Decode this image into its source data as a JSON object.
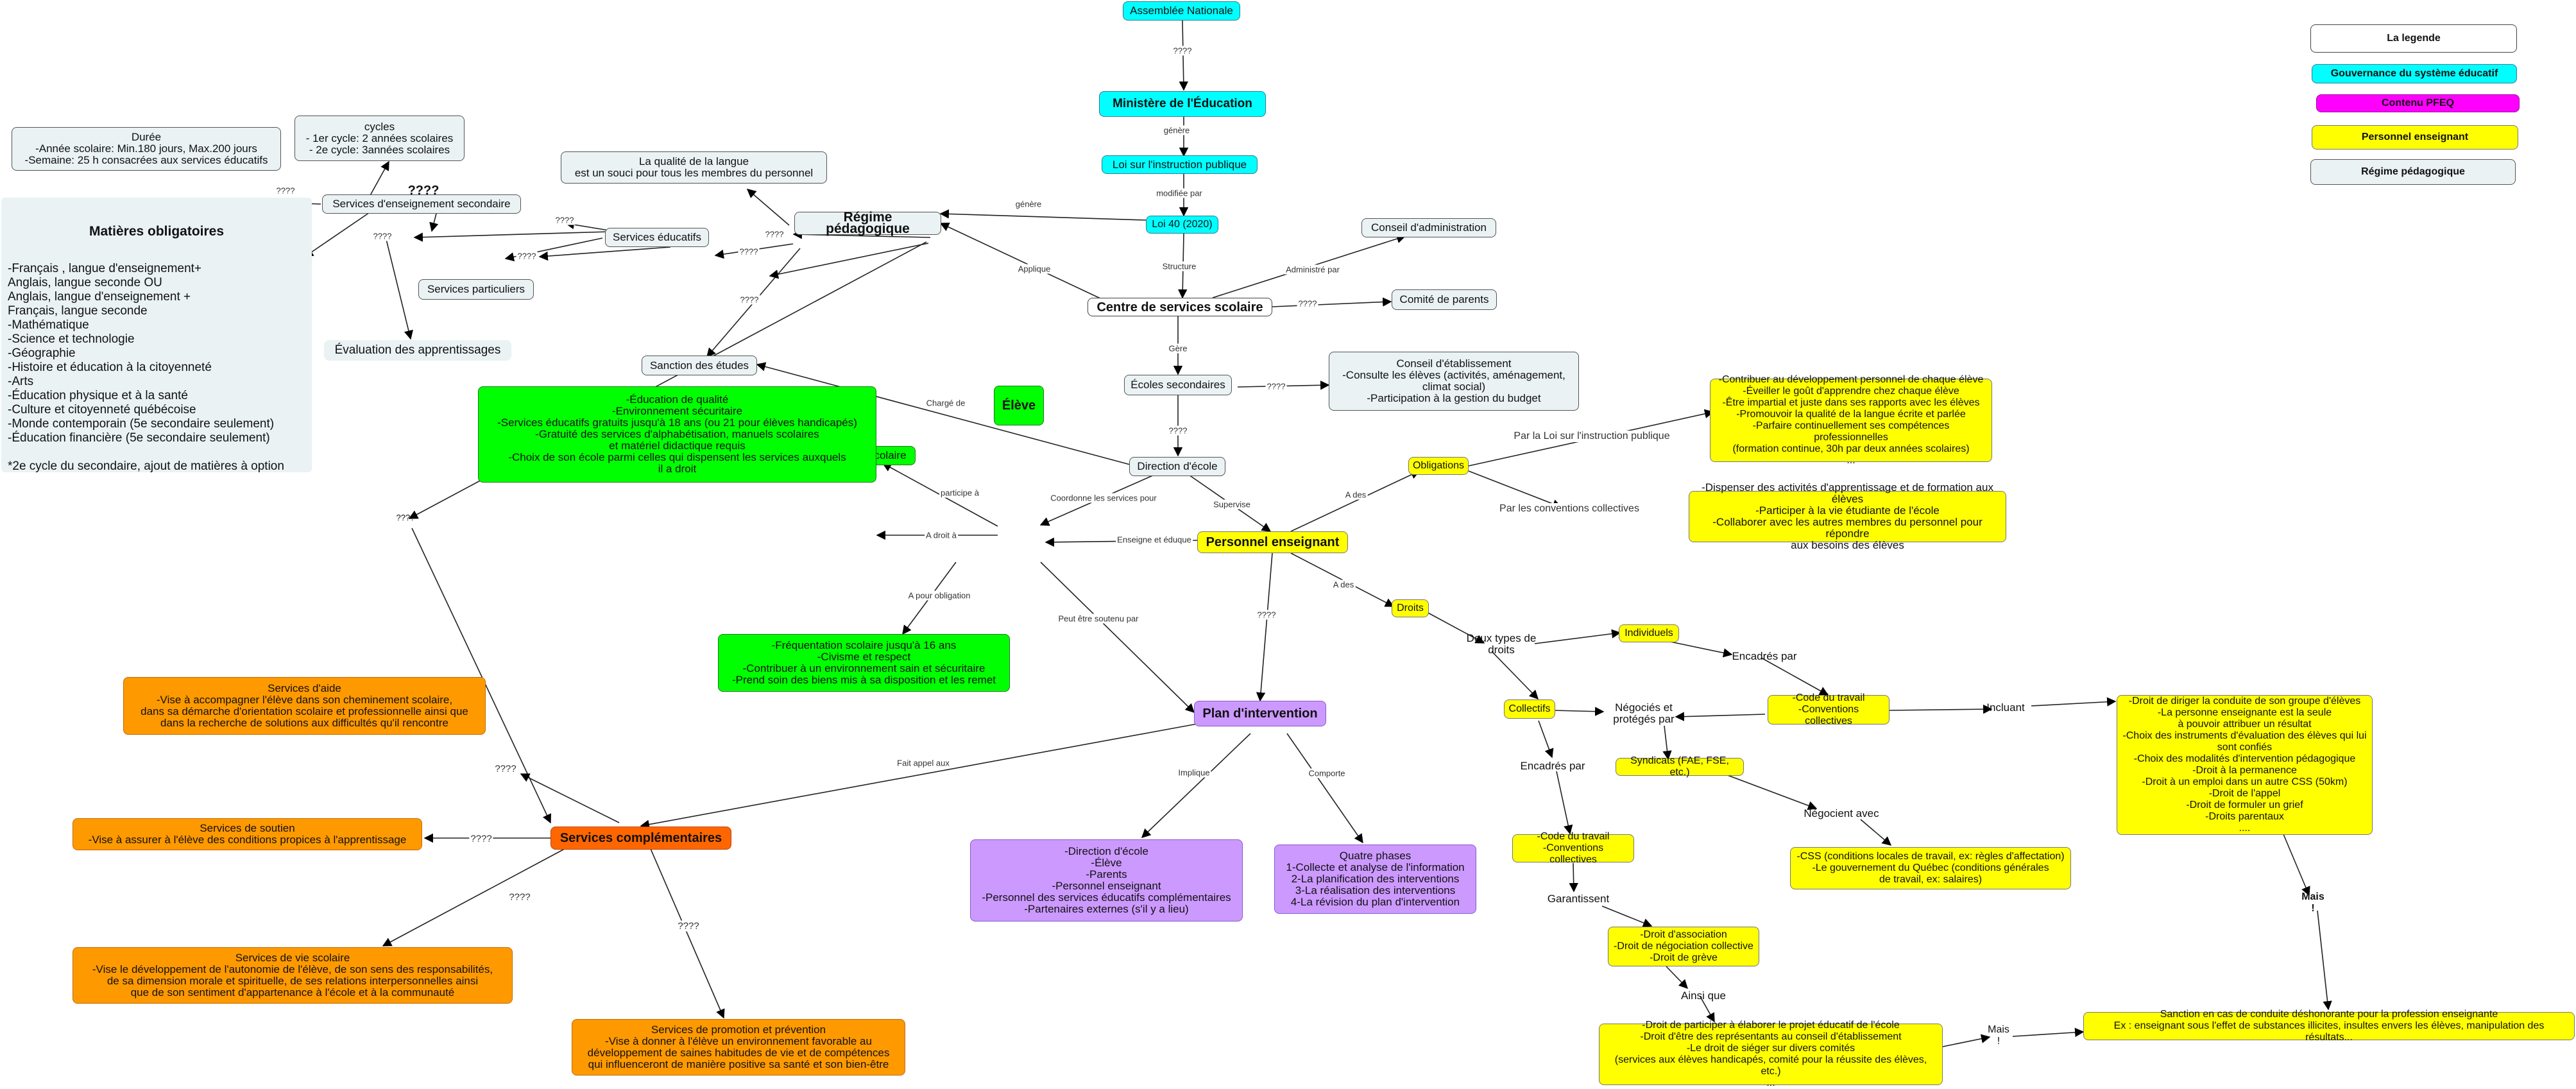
{
  "legend": {
    "title": "La legende",
    "items": [
      {
        "label": "Gouvernance du système éducatif",
        "color": "#00ffff"
      },
      {
        "label": "Contenu PFEQ",
        "color": "#ff00ff"
      },
      {
        "label": "Personnel enseignant",
        "color": "#ffff00"
      },
      {
        "label": "Régime pédagogique",
        "color": "#eaf2f4"
      }
    ]
  },
  "nodes": {
    "assemblee": "Assemblée Nationale",
    "ministere": "Ministère de l'Éducation",
    "loi_instr": "Loi sur l'instruction publique",
    "loi40": "Loi 40 (2020)",
    "css": "Centre de services scolaire",
    "conseil_admin": "Conseil d'administration",
    "comite_parents": "Comité de parents",
    "regime": "Régime pédagogique",
    "qualite_langue": "La qualité de la langue\nest un souci pour tous les membres du personnel",
    "services_educ": "Services éducatifs",
    "services_ens_sec": "Services d'enseignement secondaire",
    "cycles": "cycles\n- 1er cycle: 2 années scolaires\n- 2e cycle: 3années scolaires",
    "duree": "Durée\n-Année scolaire: Min.180 jours, Max.200 jours\n-Semaine: 25 h consacrées aux services éducatifs",
    "q_big": "????",
    "services_part": "Services particuliers",
    "eval": "Évaluation des apprentissages",
    "sanction": "Sanction des études",
    "ecoles_sec": "Écoles secondaires",
    "conseil_etab": "Conseil d'établissement\n-Consulte les élèves (activités, aménagement, climat social)\n-Participation à la gestion du budget",
    "direction": "Direction d'école",
    "eleve": "Élève",
    "personnel": "Personnel enseignant",
    "activites": "Activités extra scolaire",
    "droit_a": "-Éducation de qualité\n-Environnement sécuritaire\n-Services éducatifs gratuits jusqu'à 18 ans (ou 21 pour élèves handicapés)\n-Gratuité des services d'alphabétisation, manuels scolaires\net matériel didactique requis\n-Choix de son école parmi celles qui dispensent les services auxquels\nil a droit",
    "obligation_eleve": "-Fréquentation scolaire jusqu'à 16 ans\n-Civisme et respect\n-Contribuer à un environnement sain et sécuritaire\n-Prend soin des biens mis à sa disposition et les remet",
    "plan": "Plan d'intervention",
    "plan_implique": "-Direction d'école\n-Élève\n-Parents\n-Personnel enseignant\n-Personnel des services éducatifs complémentaires\n-Partenaires externes (s'il y a lieu)",
    "plan_comporte": "Quatre phases\n1-Collecte et analyse de l'information\n2-La planification des interventions\n3-La réalisation des interventions\n4-La révision du plan d'intervention",
    "serv_comp": "Services complémentaires",
    "serv_aide": "Services d'aide\n-Vise à accompagner l'élève dans son cheminement scolaire,\ndans sa démarche d'orientation scolaire et professionnelle ainsi que\ndans la recherche de solutions aux difficultés qu'il rencontre",
    "serv_soutien": "Services de soutien\n-Vise à assurer à l'élève des conditions propices à l'apprentissage",
    "serv_vie": "Services de vie scolaire\n-Vise le développement de l'autonomie de l'élève, de son sens des responsabilités,\nde sa dimension morale et spirituelle, de ses relations interpersonnelles ainsi\nque de son sentiment d'appartenance à l'école et à la communauté",
    "serv_promo": "Services de promotion et prévention\n-Vise à donner à l'élève un environnement favorable au\ndéveloppement de saines habitudes de vie et de compétences\nqui influenceront de manière positive sa santé et son bien-être",
    "obligations": "Obligations",
    "oblig_loi": "-Contribuer au développement personnel de chaque élève\n-Éveiller le goût d'apprendre chez chaque élève\n-Être impartial et juste dans ses rapports avec les élèves\n-Promouvoir la qualité de la langue écrite et parlée\n-Parfaire continuellement ses compétences professionnelles\n(formation continue, 30h par deux années scolaires)\n...",
    "oblig_conv": "-Dispenser des activités d'apprentissage et de formation aux élèves\n-Participer à la vie étudiante de l'école\n-Collaborer avec les autres membres du personnel pour répondre\naux besoins des élèves",
    "droits": "Droits",
    "deux_types": "Deux types de droits",
    "individuels": "Individuels",
    "encadres_par_1": "Encadrés par",
    "code_travail_1": "-Code du travail\n-Conventions collectives",
    "incluant": "Incluant",
    "droits_indiv": "-Droit de diriger la conduite de son groupe d'élèves\n-La personne enseignante est la seule\nà pouvoir attribuer un résultat\n-Choix des instruments d'évaluation des élèves qui lui\nsont confiés\n-Choix des modalités d'intervention pédagogique\n-Droit à la permanence\n-Droit à un emploi dans un autre CSS (50km)\n-Droit de l'appel\n-Droit de formuler un grief\n-Droits parentaux\n....",
    "mais1": "Mais !",
    "sanction_cond": "Sanction en cas de conduite déshonorante pour la profession enseignante\nEx : enseignant sous l'effet de substances illicites, insultes envers les élèves, manipulation des résultats...",
    "collectifs": "Collectifs",
    "negocies": "Négociés et\nprotégés par",
    "syndicats": "Syndicats (FAE, FSE, etc.)",
    "negocient_avec": "Négocient avec",
    "css_cond": "-CSS (conditions locales de travail, ex: règles d'affectation)\n-Le gouvernement du Québec (conditions générales\nde travail, ex: salaires)",
    "encadres_par_2": "Encadrés par",
    "code_travail_2": "-Code du travail\n-Conventions collectives",
    "garantissent": "Garantissent",
    "droits_assoc": "-Droit d'association\n-Droit de négociation collective\n-Droit de grève",
    "ainsi_que": "Ainsi que",
    "droits_particip": "-Droit de participer à élaborer le projet éducatif de l'école\n-Droit d'être des représentants au conseil d'établissement\n-Le droit de siéger sur divers comités\n(services aux élèves handicapés, comité pour la réussite des élèves, etc.)\n...",
    "mais2": "Mais !",
    "q_edge": "????"
  },
  "matieres": {
    "title": "Matières obligatoires",
    "body": "-Français , langue d'enseignement+\nAnglais, langue seconde OU\nAnglais, langue d'enseignement +\nFrançais, langue seconde\n-Mathématique\n-Science et technologie\n-Géographie\n-Histoire et éducation à la citoyenneté\n-Arts\n-Éducation physique et à la santé\n-Culture et citoyenneté québécoise\n-Monde contemporain (5e secondaire seulement)\n-Éducation financière (5e secondaire seulement)\n\n*2e cycle du secondaire, ajout de matières à option"
  },
  "edge_labels": {
    "l1": "????",
    "l2": "génère",
    "l3": "modifiée par",
    "l4": "génère",
    "l5": "Applique",
    "l6": "Structure",
    "l7": "Administré par",
    "l8": "????",
    "l9": "Gère",
    "l10": "????",
    "l11": "????",
    "l12": "Chargé de",
    "l13": "Coordonne les services pour",
    "l14": "Supervise",
    "l15": "participe à",
    "l16": "A droit à",
    "l17": "A pour obligation",
    "l18": "Enseigne et éduque",
    "l19": "Peut être soutenu par",
    "l20": "????",
    "l21": "A des",
    "l22": "A des",
    "l23": "Par la Loi sur l'instruction publique",
    "l24": "Par les conventions collectives",
    "l25": "Implique",
    "l26": "Comporte",
    "l27": "Fait appel aux",
    "l28": "????",
    "l29": "????",
    "l30": "????",
    "l31": "????",
    "l32": "????",
    "l33": "????",
    "l34": "????",
    "l35": "????",
    "l36": "????",
    "l37": "????"
  }
}
